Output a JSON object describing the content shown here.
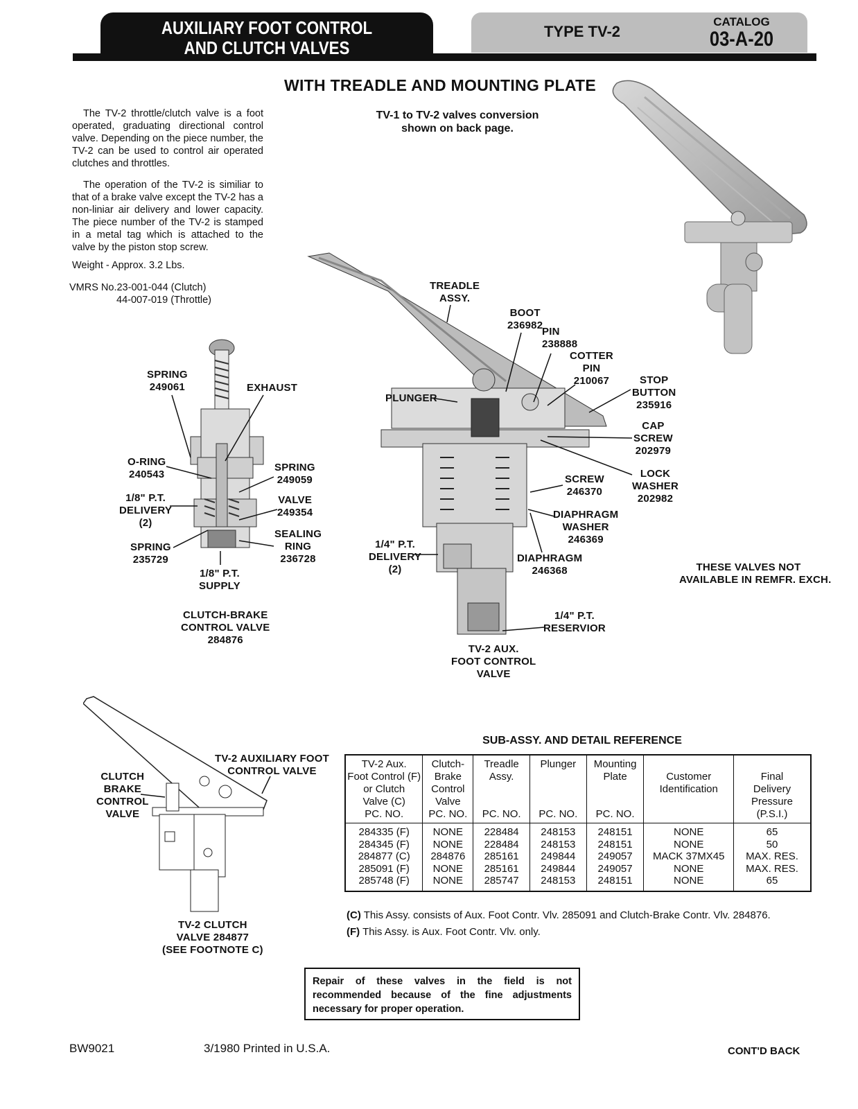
{
  "header": {
    "title_line1": "AUXILIARY FOOT CONTROL",
    "title_line2": "AND CLUTCH VALVES",
    "type": "TYPE TV-2",
    "catalog_label": "CATALOG",
    "catalog_number": "03-A-20"
  },
  "subtitle": "WITH TREADLE AND MOUNTING PLATE",
  "conversion_note_line1": "TV-1 to TV-2 valves conversion",
  "conversion_note_line2": "shown on back page.",
  "intro": {
    "p1": "The TV-2 throttle/clutch valve is a foot operated, graduating directional control valve. Depending on the piece number, the TV-2 can be used to control air operated clutches and throttles.",
    "p2": "The operation of the TV-2 is similiar to that of a brake valve except the TV-2 has a non-liniar air delivery and lower capacity. The piece number of the TV-2 is stamped in a metal tag which is attached to the valve by the piston stop screw.",
    "weight": "Weight - Approx. 3.2 Lbs.",
    "vmrs_line1": "VMRS No.23-001-044 (Clutch)",
    "vmrs_line2": "44-007-019 (Throttle)"
  },
  "clutch_diagram": {
    "labels": {
      "spring_249061": "SPRING\n249061",
      "exhaust": "EXHAUST",
      "oring": "O-RING\n240543",
      "delivery": "1/8\" P.T.\nDELIVERY\n(2)",
      "spring_235729": "SPRING\n235729",
      "spring_249059": "SPRING\n249059",
      "valve": "VALVE\n249354",
      "sealing_ring": "SEALING\nRING\n236728",
      "supply": "1/8\" P.T.\nSUPPLY"
    },
    "caption": "CLUTCH-BRAKE\nCONTROL VALVE\n284876"
  },
  "tv2_diagram": {
    "labels": {
      "treadle": "TREADLE\nASSY.",
      "boot": "BOOT\n236982",
      "pin": "PIN\n238888",
      "cotter_pin": "COTTER\nPIN\n210067",
      "stop_button": "STOP\nBUTTON\n235916",
      "plunger": "PLUNGER",
      "cap_screw": "CAP\nSCREW\n202979",
      "screw": "SCREW\n246370",
      "lock_washer": "LOCK\nWASHER\n202982",
      "diaphragm_washer": "DIAPHRAGM\nWASHER\n246369",
      "delivery": "1/4\" P.T.\nDELIVERY\n(2)",
      "diaphragm": "DIAPHRAGM\n246368",
      "reservoir": "1/4\" P.T.\nRESERVIOR"
    },
    "caption": "TV-2 AUX.\nFOOT CONTROL\nVALVE"
  },
  "not_available": "THESE VALVES NOT\nAVAILABLE IN REMFR. EXCH.",
  "assembly_diagram": {
    "label_aux": "TV-2 AUXILIARY FOOT\nCONTROL VALVE",
    "label_clutch": "CLUTCH\nBRAKE\nCONTROL\nVALVE",
    "caption": "TV-2 CLUTCH\nVALVE 284877\n(SEE FOOTNOTE C)"
  },
  "reference_table": {
    "title": "SUB-ASSY. AND DETAIL REFERENCE",
    "headers": [
      "TV-2 Aux.\nFoot Control (F)\nor Clutch\nValve (C)\nPC. NO.",
      "Clutch-\nBrake\nControl\nValve\nPC. NO.",
      "Treadle\nAssy.\n\n\nPC. NO.",
      "Plunger\n\n\n\nPC. NO.",
      "Mounting\nPlate\n\n\nPC. NO.",
      "Customer\nIdentification\n\n\n",
      "Final\nDelivery\nPressure\n(P.S.I.)"
    ],
    "rows": [
      [
        "284335 (F)",
        "NONE",
        "228484",
        "248153",
        "248151",
        "NONE",
        "65"
      ],
      [
        "284345 (F)",
        "NONE",
        "228484",
        "248153",
        "248151",
        "NONE",
        "50"
      ],
      [
        "284877 (C)",
        "284876",
        "285161",
        "249844",
        "249057",
        "MACK 37MX45",
        "MAX. RES."
      ],
      [
        "285091 (F)",
        "NONE",
        "285161",
        "249844",
        "249057",
        "NONE",
        "MAX. RES."
      ],
      [
        "285748 (F)",
        "NONE",
        "285747",
        "248153",
        "248151",
        "NONE",
        "65"
      ]
    ]
  },
  "footnotes": {
    "c_key": "(C)",
    "c_text": "This Assy. consists of Aux. Foot Contr. Vlv. 285091 and Clutch-Brake Contr. Vlv. 284876.",
    "f_key": "(F)",
    "f_text": "This Assy. is Aux. Foot Contr. Vlv. only."
  },
  "repair_note": "Repair of these valves in the field is not recommended because of the fine adjustments necessary for proper operation.",
  "footer": {
    "code": "BW9021",
    "date": "3/1980 Printed in U.S.A.",
    "contd": "CONT'D BACK"
  }
}
